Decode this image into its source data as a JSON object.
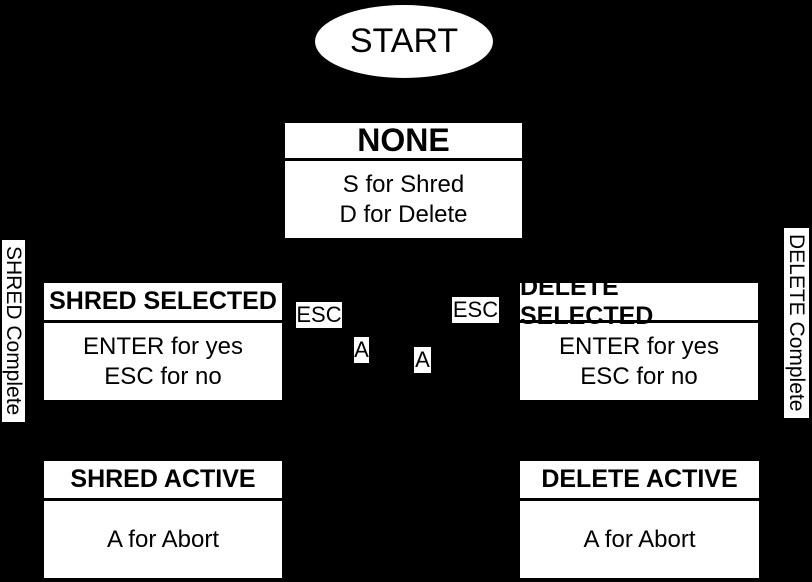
{
  "colors": {
    "background": "#000000",
    "node_fill": "#ffffff",
    "node_text": "#000000"
  },
  "start_node": {
    "label": "START"
  },
  "states": [
    {
      "key": "none",
      "title": "NONE",
      "lines": [
        "S for Shred",
        "D for Delete"
      ]
    },
    {
      "key": "shred_selected",
      "title": "SHRED SELECTED",
      "lines": [
        "ENTER for yes",
        "ESC for no"
      ]
    },
    {
      "key": "delete_selected",
      "title": "DELETE SELECTED",
      "lines": [
        "ENTER for yes",
        "ESC for no"
      ]
    },
    {
      "key": "shred_active",
      "title": "SHRED ACTIVE",
      "lines": [
        "A for Abort"
      ]
    },
    {
      "key": "delete_active",
      "title": "DELETE ACTIVE",
      "lines": [
        "A for Abort"
      ]
    }
  ],
  "edge_labels": {
    "esc_left": "ESC",
    "esc_right": "ESC",
    "abort_left": "A",
    "abort_right": "A"
  },
  "side_labels": {
    "left": "SHRED Complete",
    "right": "DELETE Complete"
  }
}
